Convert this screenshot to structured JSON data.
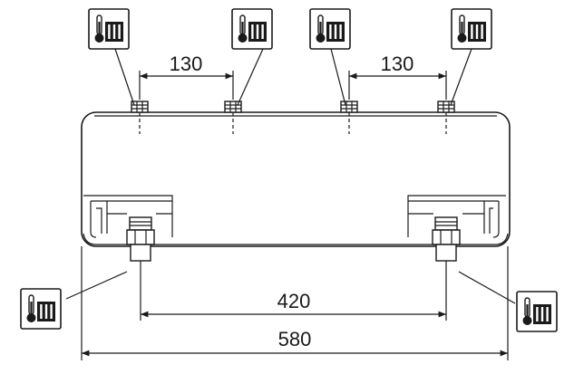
{
  "dimensions": {
    "top_left": "130",
    "top_right": "130",
    "inner_bottom": "420",
    "overall_bottom": "580"
  },
  "icons": {
    "connection_symbol": "radiator-thermometer-icon"
  },
  "colors": {
    "line": "#1a1a1a",
    "background": "#ffffff"
  }
}
